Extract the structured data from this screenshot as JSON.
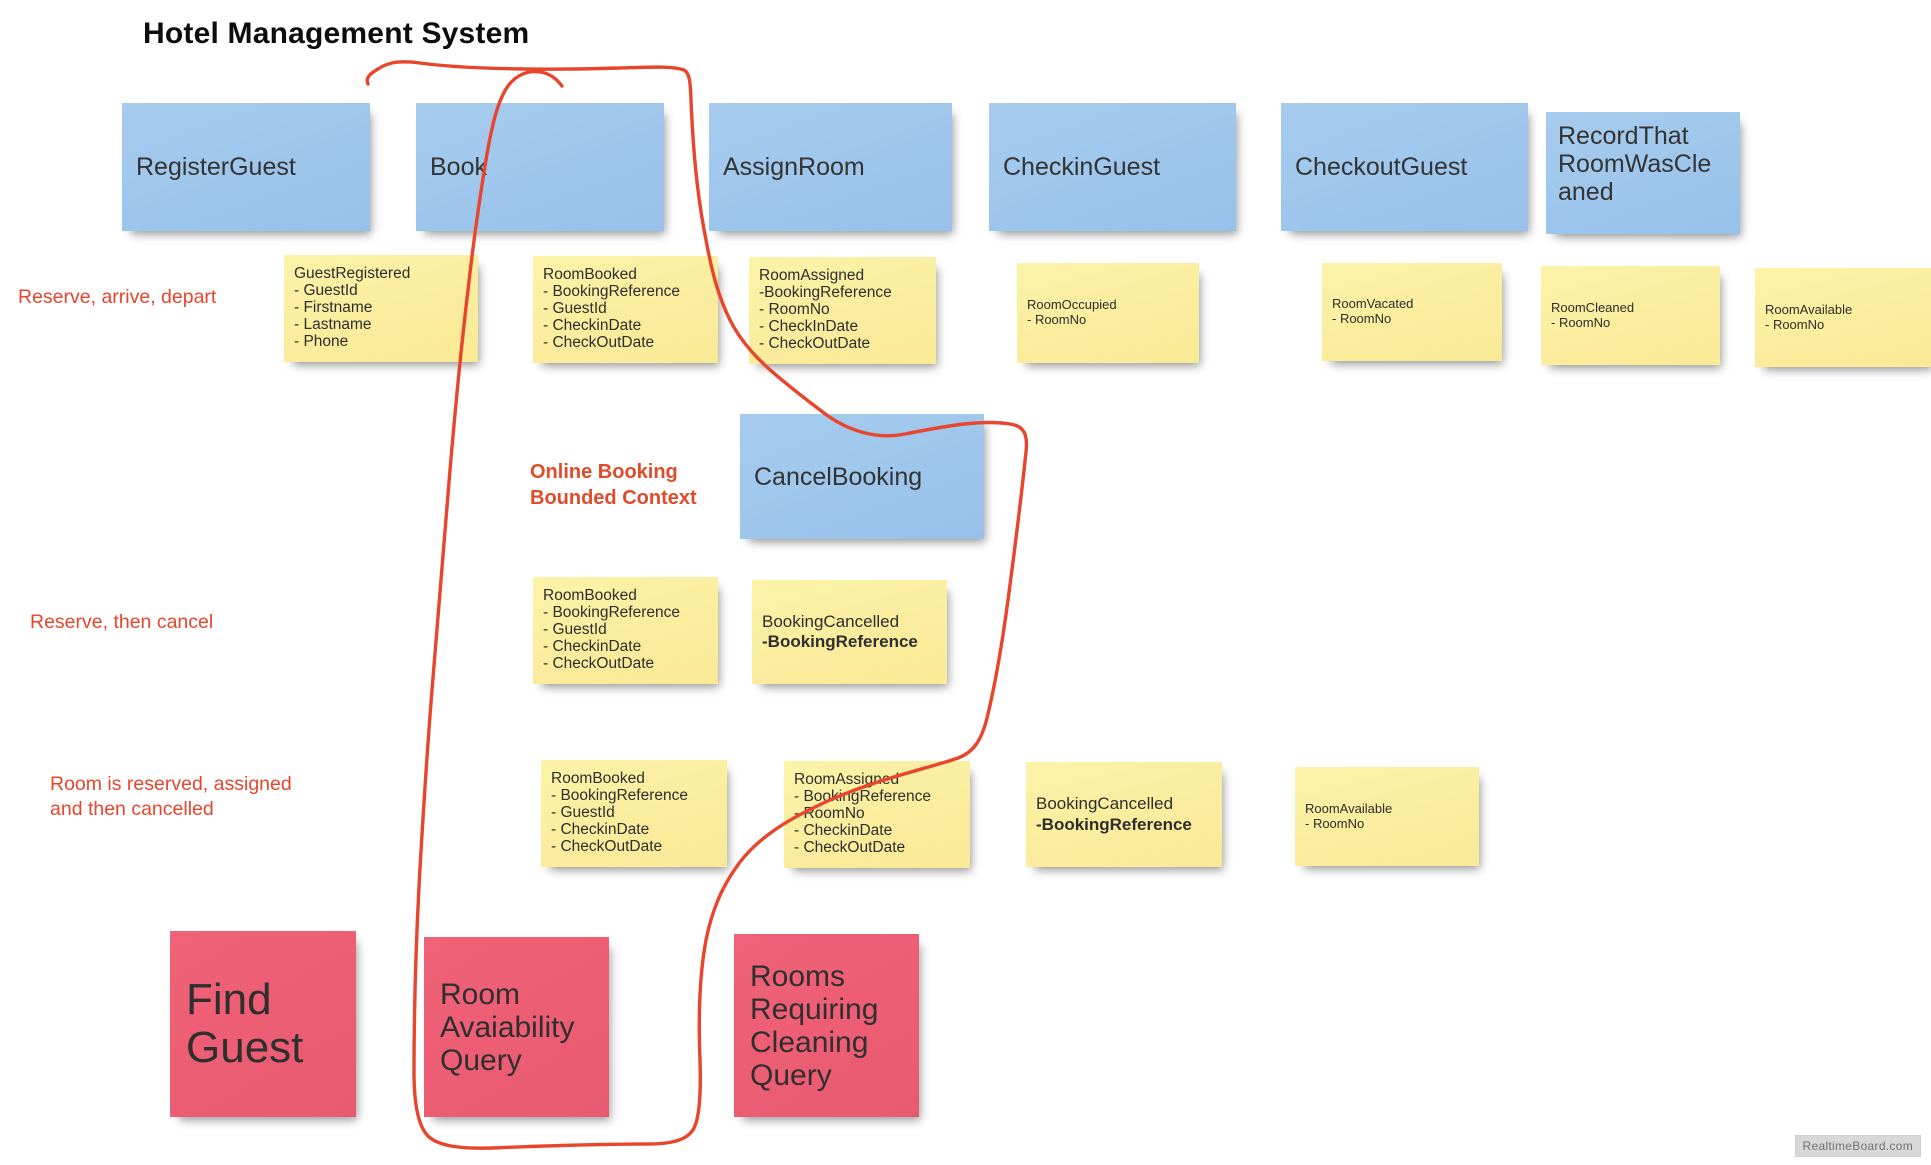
{
  "board": {
    "title": "Hotel Management System",
    "background_color": "#ffffff",
    "accent_red": "#e8452c",
    "command_color": "#a6cbee",
    "event_color": "#faeea0",
    "query_color": "#ed5e74",
    "watermark": "RealtimeBoard.com"
  },
  "swimlanes": [
    {
      "label": "Reserve, arrive, depart"
    },
    {
      "label": "Reserve, then cancel"
    },
    {
      "label": "Room is reserved, assigned\nand then cancelled"
    }
  ],
  "bounded_context": {
    "label": "Online Booking\nBounded Context"
  },
  "commands": [
    {
      "label": "RegisterGuest"
    },
    {
      "label": "Book"
    },
    {
      "label": "AssignRoom"
    },
    {
      "label": "CheckinGuest"
    },
    {
      "label": "CheckoutGuest"
    },
    {
      "label": "RecordThat\nRoomWasCle\naned"
    },
    {
      "label": "CancelBooking"
    }
  ],
  "queries": [
    {
      "label": "Find\nGuest"
    },
    {
      "label": "Room\nAvaiability\nQuery"
    },
    {
      "label": "Rooms\nRequiring\nCleaning\nQuery"
    }
  ],
  "events": {
    "row1": [
      {
        "title": "GuestRegistered",
        "fields": [
          "- GuestId",
          "- Firstname",
          "- Lastname",
          "- Phone"
        ]
      },
      {
        "title": "RoomBooked",
        "fields": [
          "- BookingReference",
          "- GuestId",
          "- CheckinDate",
          "- CheckOutDate"
        ]
      },
      {
        "title": "RoomAssigned",
        "fields": [
          "-BookingReference",
          "- RoomNo",
          "- CheckInDate",
          "- CheckOutDate"
        ]
      },
      {
        "title": "RoomOccupied",
        "fields": [
          "- RoomNo"
        ]
      },
      {
        "title": "RoomVacated",
        "fields": [
          "- RoomNo"
        ]
      },
      {
        "title": "RoomCleaned",
        "fields": [
          "- RoomNo"
        ]
      },
      {
        "title": "RoomAvailable",
        "fields": [
          "- RoomNo"
        ]
      }
    ],
    "row2": [
      {
        "title": "RoomBooked",
        "fields": [
          "- BookingReference",
          "- GuestId",
          "- CheckinDate",
          "- CheckOutDate"
        ]
      },
      {
        "title": "BookingCancelled",
        "fields": [
          "-BookingReference"
        ]
      }
    ],
    "row3": [
      {
        "title": "RoomBooked",
        "fields": [
          "- BookingReference",
          "- GuestId",
          "- CheckinDate",
          "- CheckOutDate"
        ]
      },
      {
        "title": "RoomAssigned",
        "fields": [
          "- BookingReference",
          "- RoomNo",
          "- CheckinDate",
          "- CheckOutDate"
        ]
      },
      {
        "title": "BookingCancelled",
        "fields": [
          "-BookingReference"
        ]
      },
      {
        "title": "RoomAvailable",
        "fields": [
          "- RoomNo"
        ]
      }
    ]
  }
}
